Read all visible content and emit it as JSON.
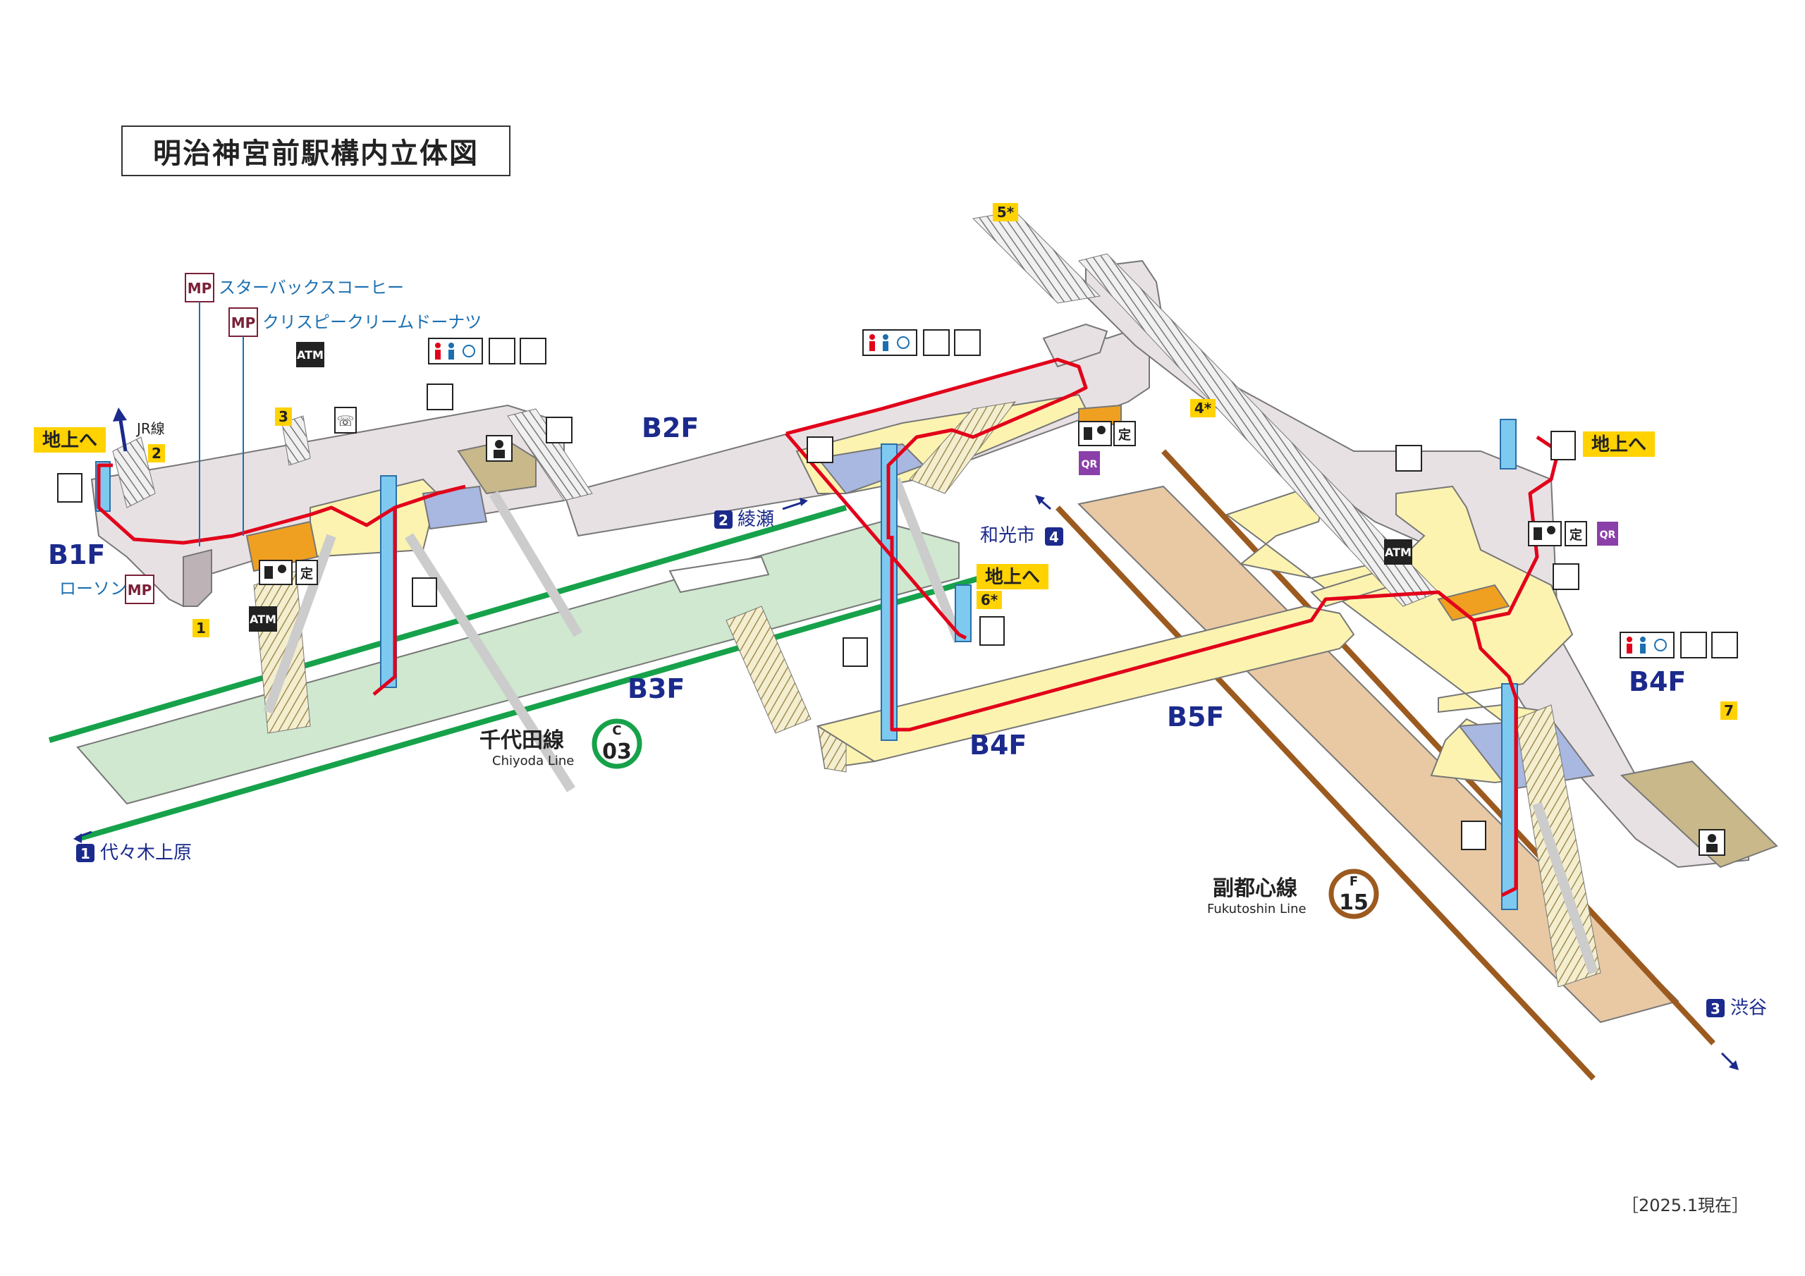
{
  "title": "明治神宮前駅構内立体図",
  "footnote": "［2025.1現在］",
  "floors": {
    "b1f": "B1F",
    "b2f": "B2F",
    "b3f": "B3F",
    "b4f_left": "B4F",
    "b4f_right": "B4F",
    "b5f": "B5F"
  },
  "lines": {
    "chiyoda": {
      "name_ja": "千代田線",
      "name_en": "Chiyoda Line",
      "letter": "C",
      "number": "03",
      "color": "#16a24a"
    },
    "fukutoshin": {
      "name_ja": "副都心線",
      "name_en": "Fukutoshin Line",
      "letter": "F",
      "number": "15",
      "color": "#9c5a1f"
    }
  },
  "directions": {
    "d1": {
      "num": "1",
      "label": "代々木上原"
    },
    "d2": {
      "num": "2",
      "label": "綾瀬"
    },
    "d3": {
      "num": "3",
      "label": "渋谷"
    },
    "d4": {
      "num": "4",
      "label": "和光市"
    },
    "jr": "JR線"
  },
  "exits": {
    "e1": "1",
    "e2": "2",
    "e3": "3",
    "e4": "4*",
    "e5": "5*",
    "e6": "6*",
    "e7": "7"
  },
  "to_ground": "地上へ",
  "shops": {
    "starbucks": "スターバックスコーヒー",
    "krispy": "クリスピークリームドーナツ",
    "lawson": "ローソン",
    "mp": "MP"
  },
  "icons": {
    "atm": "ATM",
    "teiki": "定",
    "qr": "QR"
  },
  "colors": {
    "red_route": "#e2001a",
    "corridor": "#e8e1e3",
    "concourse": "#fcf3b0",
    "chiyoda_platform": "#cfe8cf",
    "fukutoshin_platform": "#e8c9a4",
    "gate_area": "#a9b8e0",
    "ticket_office": "#f0a020",
    "floor_label": "#1b2a8c",
    "exit_badge": "#ffd200"
  }
}
